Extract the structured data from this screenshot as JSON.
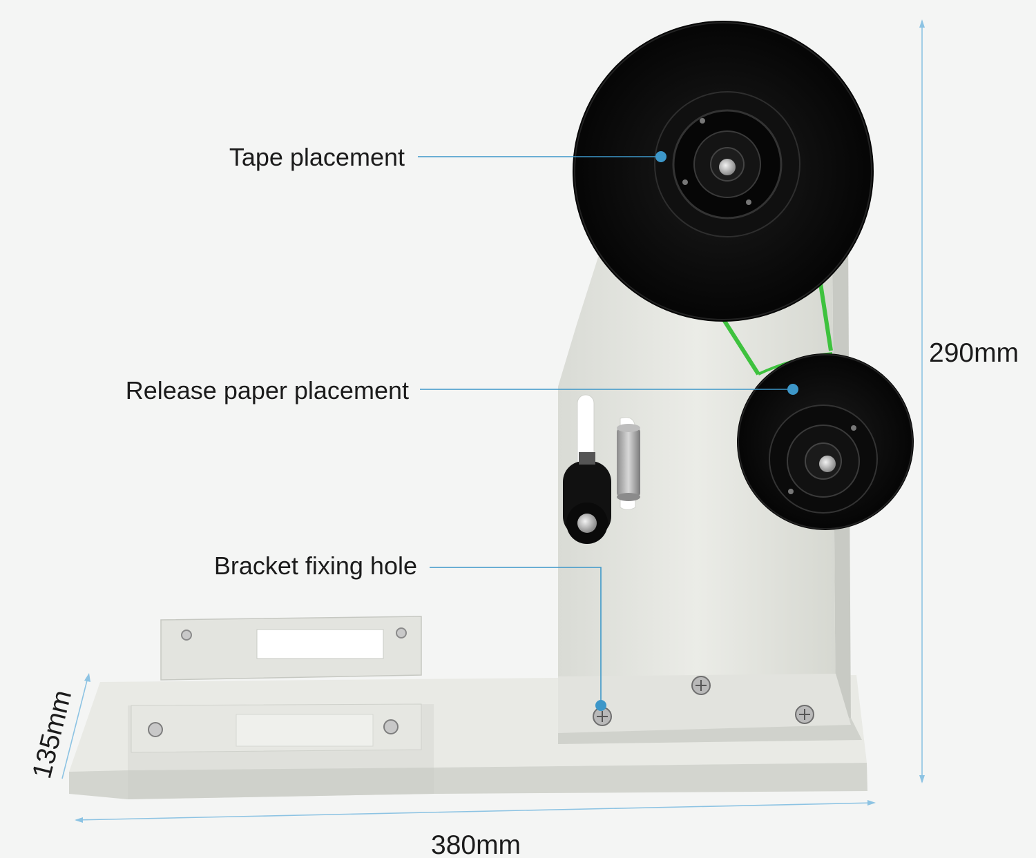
{
  "callouts": {
    "tape": "Tape placement",
    "release": "Release paper placement",
    "bracket": "Bracket fixing hole"
  },
  "dimensions": {
    "height": "290mm",
    "width": "380mm",
    "depth": "135mm"
  },
  "colors": {
    "background": "#f4f5f4",
    "machine_body": "#e6e8e2",
    "reel": "#0d0d0d",
    "tape": "#3ec23e",
    "callout_line": "#3d97c9",
    "dimension_line": "#8cc3e3"
  }
}
